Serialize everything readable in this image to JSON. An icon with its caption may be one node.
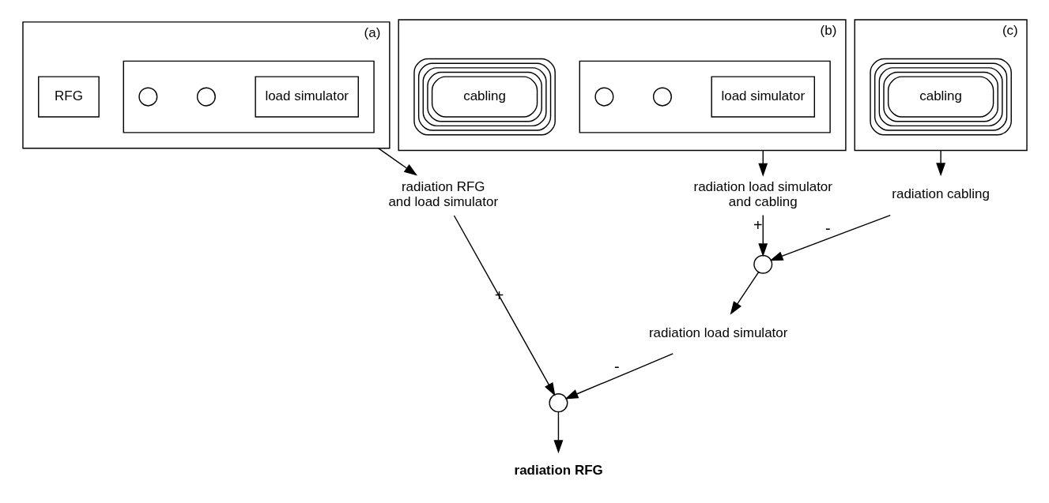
{
  "diagram": {
    "nodes": [
      {
        "text": [
          "(a)"
        ]
      },
      {
        "text": [],
        "shape": "box",
        "in": 0
      },
      {
        "text": [
          "load simulator"
        ],
        "in": 1
      },
      {
        "text": [],
        "shape": "circle",
        "in": 1
      },
      {
        "text": [],
        "shape": "circle",
        "in": 1
      },
      {
        "text": [
          "RFG"
        ],
        "in": 0
      },
      {
        "text": [
          "(b)"
        ]
      },
      {
        "text": [],
        "shape": "box",
        "in": 6
      },
      {
        "text": [
          "load simulator"
        ],
        "in": 7
      },
      {
        "text": [],
        "shape": "circle",
        "in": 7
      },
      {
        "text": [],
        "shape": "circle",
        "in": 7
      },
      {
        "text": [
          "cabling"
        ],
        "in": 6
      },
      {
        "text": [
          "(c)"
        ]
      },
      {
        "text": [
          "cabling"
        ],
        "in": 12
      },
      {
        "text": [
          "radiation RFG and load simulator"
        ]
      },
      {
        "text": [
          "radiation load simulator and cabling"
        ]
      },
      {
        "text": [
          "radiation cabling"
        ]
      },
      {
        "text": [],
        "shape": "circle"
      },
      {
        "text": [
          "radiation load simulator"
        ]
      },
      {
        "text": [],
        "shape": "circle"
      },
      {
        "text": [
          "radiation RFG"
        ]
      }
    ],
    "edges": [
      {
        "from": 0,
        "to": 14,
        "arrow": "to"
      },
      {
        "from": 6,
        "to": 15,
        "arrow": "to"
      },
      {
        "from": 12,
        "to": 16,
        "arrow": "to"
      },
      {
        "from": 15,
        "to": 17,
        "arrow": "to",
        "label": "+"
      },
      {
        "from": 16,
        "to": 17,
        "arrow": "to",
        "label": "-"
      },
      {
        "from": 17,
        "to": 18,
        "arrow": "to"
      },
      {
        "from": 14,
        "to": 19,
        "arrow": "to",
        "label": "+"
      },
      {
        "from": 18,
        "to": 19,
        "arrow": "to",
        "label": "-"
      },
      {
        "from": 19,
        "to": 20,
        "arrow": "to"
      }
    ]
  }
}
